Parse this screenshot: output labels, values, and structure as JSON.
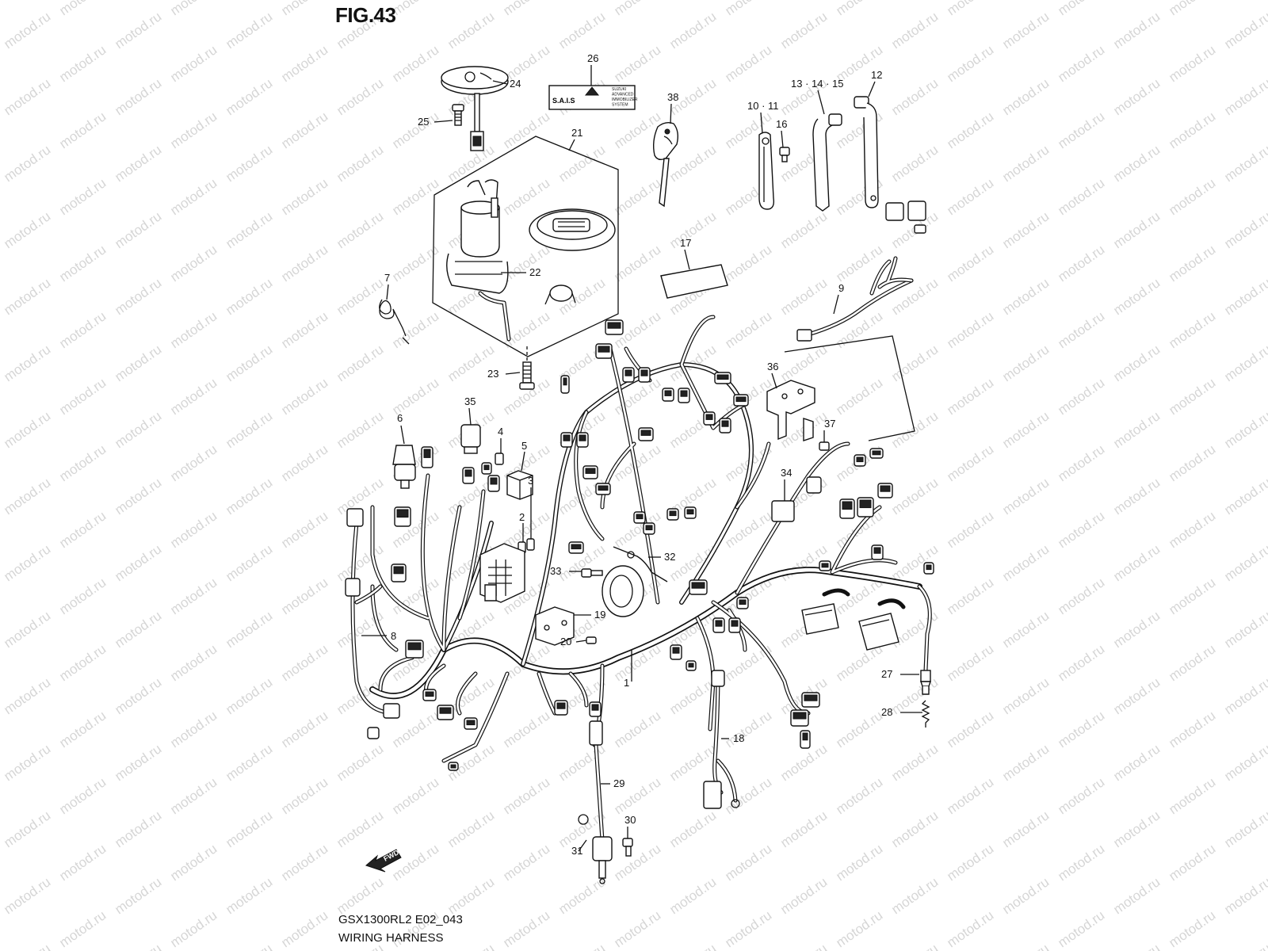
{
  "figure": {
    "title": "FIG.43"
  },
  "footer": {
    "model_code": "GSX1300RL2 E02_043",
    "name": "WIRING HARNESS"
  },
  "watermark": {
    "text": "motod.ru"
  },
  "direction_arrow": {
    "label": "FWD"
  },
  "sticker": {
    "main": "S.A.I.S",
    "lines": [
      "SUZUKI",
      "ADVANCED",
      "IMMOBILIZER",
      "SYSTEM"
    ]
  },
  "callouts": [
    "1",
    "2",
    "3",
    "4",
    "5",
    "6",
    "7",
    "8",
    "9",
    "10 · 11",
    "12",
    "13 · 14 · 15",
    "16",
    "17",
    "18",
    "19",
    "20",
    "21",
    "22",
    "23",
    "24",
    "25",
    "26",
    "27",
    "28",
    "29",
    "30",
    "31",
    "32",
    "33",
    "34",
    "35",
    "36",
    "37",
    "38"
  ],
  "colors": {
    "line": "#111111",
    "watermark": "#d6d6d6",
    "background": "#ffffff"
  }
}
